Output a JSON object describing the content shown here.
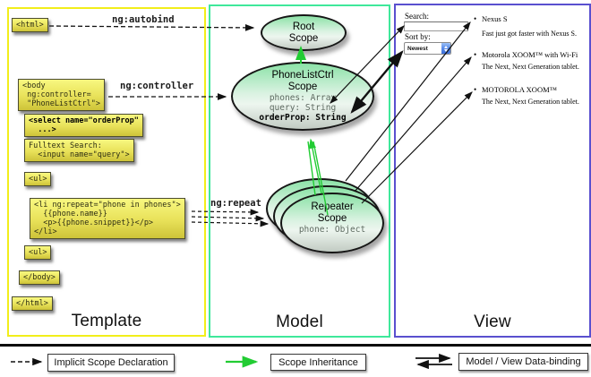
{
  "columns": {
    "template": "Template",
    "model": "Model",
    "view": "View"
  },
  "edges": {
    "autobind": "ng:autobind",
    "controller": "ng:controller",
    "repeat": "ng:repeat"
  },
  "code": {
    "html_open": "<html>",
    "body_open": "<body\n ng:controller=\n \"PhoneListCtrl\">",
    "select_order": "<select name=\"orderProp\"\n  ...>",
    "fulltext": "Fulltext Search:\n  <input name=\"query\">",
    "ul_open": "<ul>",
    "li_repeat": "<li ng:repeat=\"phone in phones\">\n  {{phone.name}}\n  <p>{{phone.snippet}}</p>\n</li>",
    "ul_close": "<ul>",
    "body_close": "</body>",
    "html_close": "</html>"
  },
  "scopes": {
    "root_title": "Root\nScope",
    "phonelist_title": "PhoneListCtrl\nScope",
    "phonelist_props": "phones: Array\nquery: String",
    "phonelist_prop_bold": "orderProp: String",
    "repeater_title": "Repeater\nScope",
    "repeater_prop": "phone: Object"
  },
  "view": {
    "search_label": "Search:",
    "search_value": "",
    "sort_label": "Sort by:",
    "sort_value": "Newest",
    "bullet": "•",
    "items": [
      {
        "name": "Nexus S",
        "desc": "Fast just got faster with Nexus S."
      },
      {
        "name": "Motorola XOOM™ with Wi-Fi",
        "desc": "The Next, Next Generation tablet."
      },
      {
        "name": "MOTOROLA XOOM™",
        "desc": "The Next, Next Generation tablet."
      }
    ]
  },
  "legend": {
    "implicit": "Implicit Scope Declaration",
    "inheritance": "Scope Inheritance",
    "binding": "Model / View Data-binding"
  },
  "colors": {
    "template_border": "#f2ee1a",
    "model_border": "#3fe89b",
    "view_border": "#5a50cf",
    "code_yellow": "#e8e159",
    "scope_green": "#8ce2a7",
    "inheritance_green": "#22cc33"
  }
}
